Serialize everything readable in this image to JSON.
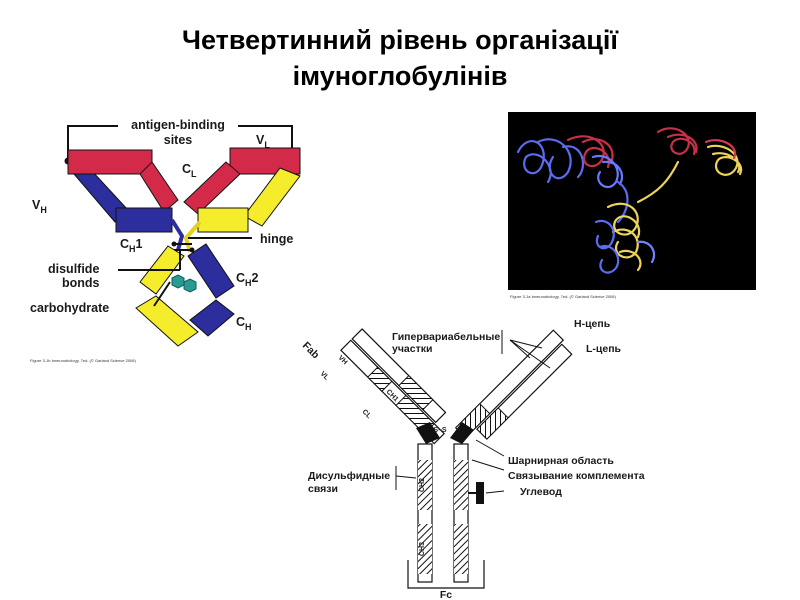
{
  "title": {
    "line1": "Четвертинний рівень організації",
    "line2": "імуноглобулінів"
  },
  "schematic": {
    "antigen_binding_line1": "antigen-binding",
    "antigen_binding_line2": "sites",
    "vl_main": "V",
    "vl_sub": "L",
    "cl_main": "C",
    "cl_sub": "L",
    "vh_main": "V",
    "vh_sub": "H",
    "ch1_main": "C",
    "ch1_sub": "H",
    "ch1_tail": "1",
    "hinge": "hinge",
    "disulfide_line1": "disulfide",
    "disulfide_line2": "bonds",
    "ch2_main": "C",
    "ch2_sub": "H",
    "ch2_tail": "2",
    "carbohydrate": "carbohydrate",
    "ch3_main": "C",
    "ch3_sub": "H",
    "credit": "Figure 3-1b  Immunobiology, 7ed. (© Garland Science 2008)",
    "colors": {
      "heavy": "#2b2e9c",
      "light_red": "#d42a4a",
      "light_yellow": "#f5ec2c",
      "carb": "#2a9a94"
    }
  },
  "structure_image": {
    "credit": "Figure 3-1a  Immunobiology, 7ed. (© Garland Science 2008)",
    "colors": {
      "background": "#000000",
      "heavy": "#5c6cf0",
      "light_red": "#c8304a",
      "light_yellow": "#ecd35a"
    }
  },
  "line_drawing": {
    "fab": "Fab",
    "fc": "Fc",
    "hypervariable_line1": "Гипервариабельные",
    "hypervariable_line2": "участки",
    "h_chain": "Н-цепь",
    "l_chain": "L-цепь",
    "disulfide_line1": "Дисульфидные",
    "disulfide_line2": "связи",
    "hinge_region": "Шарнирная область",
    "complement_binding": "Связывание комплемента",
    "carbohydrate": "Углевод",
    "vh": "VH",
    "vl": "VL",
    "ch1": "CH1",
    "cl": "CL",
    "ch2": "CH2",
    "ch3": "CH3",
    "ss": "S–S"
  }
}
